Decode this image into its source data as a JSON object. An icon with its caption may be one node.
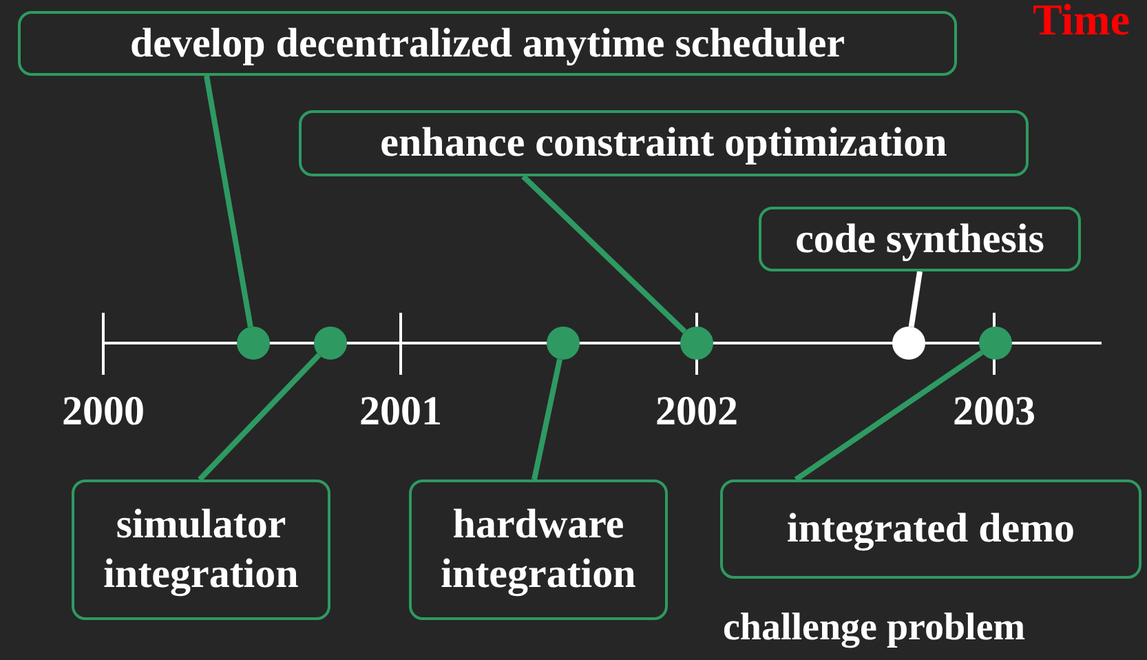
{
  "diagram": {
    "title": "Time",
    "nodes": [
      {
        "text": [
          "develop decentralized anytime scheduler"
        ]
      },
      {
        "text": [
          "enhance constraint optimization"
        ]
      },
      {
        "text": [
          "code synthesis"
        ]
      },
      {
        "text": [],
        "shape": "circle"
      },
      {
        "text": [],
        "shape": "circle"
      },
      {
        "text": [],
        "shape": "circle"
      },
      {
        "text": [],
        "shape": "circle"
      },
      {
        "text": [],
        "shape": "circle"
      },
      {
        "text": [],
        "shape": "circle"
      },
      {
        "text": [
          "simulator integration"
        ]
      },
      {
        "text": [
          "hardware integration"
        ]
      },
      {
        "text": [
          "integrated demo"
        ],
        "beside": [
          "challenge problem"
        ]
      }
    ],
    "edges": [
      {
        "from": 0,
        "to": 3,
        "arrow": "none"
      },
      {
        "from": 9,
        "to": 4,
        "arrow": "none"
      },
      {
        "from": 10,
        "to": 5,
        "arrow": "none"
      },
      {
        "from": 1,
        "to": 6,
        "arrow": "none"
      },
      {
        "from": 2,
        "to": 7,
        "arrow": "none",
        "color": "#ffffff"
      },
      {
        "from": 11,
        "to": 8,
        "arrow": "none"
      }
    ],
    "labels": [
      "2000",
      "2001",
      "2002",
      "2003"
    ]
  }
}
